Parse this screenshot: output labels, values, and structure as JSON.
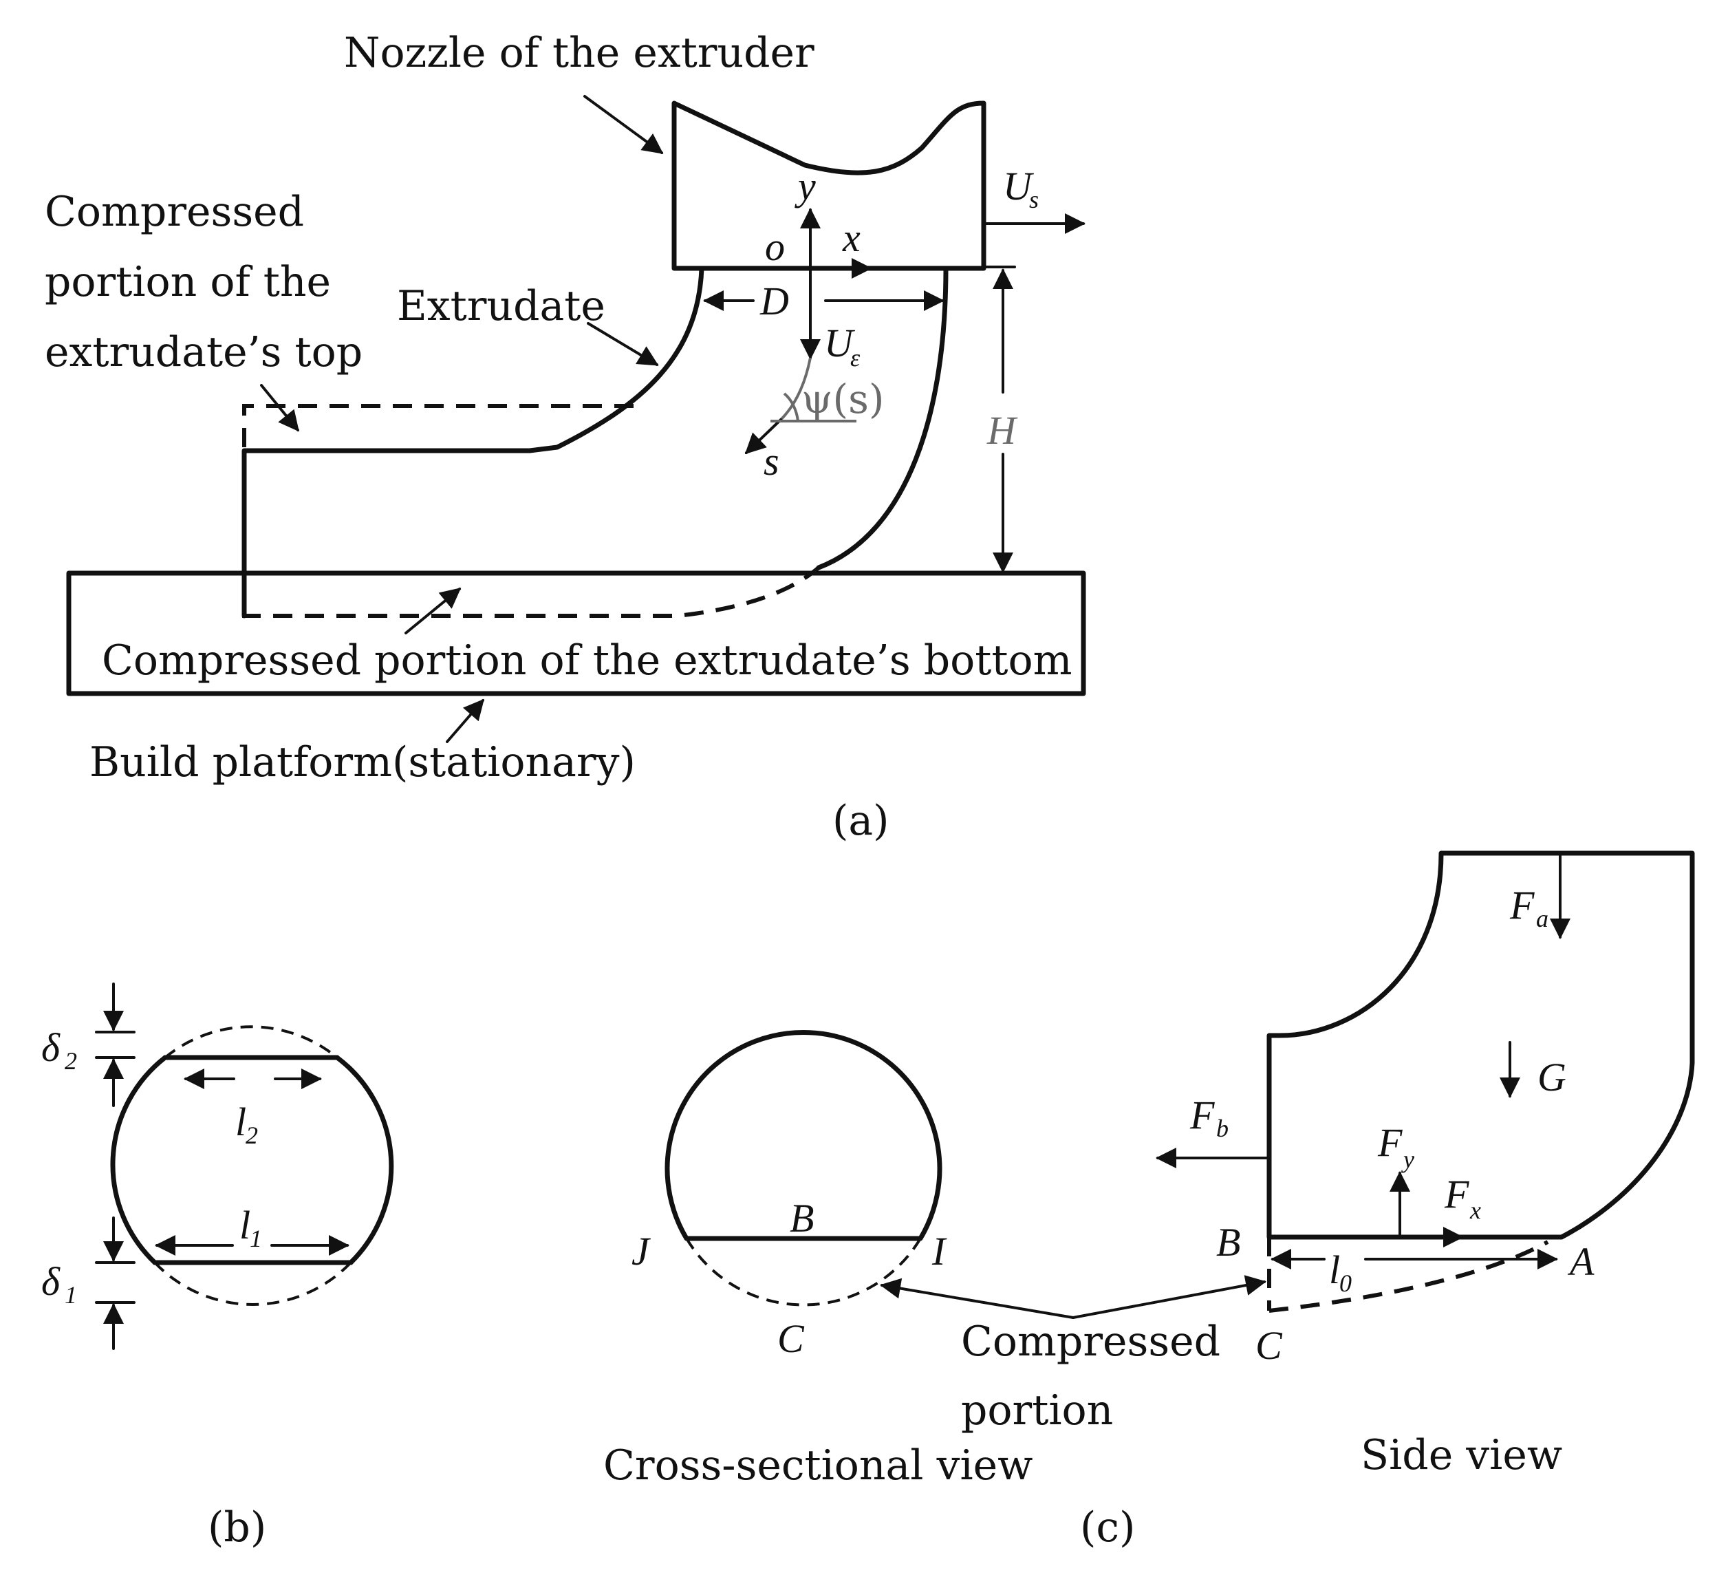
{
  "panel_a": {
    "nozzle_label": "Nozzle of the extruder",
    "compressed_top_label": [
      "Compressed",
      "portion of the",
      "extrudate’s top"
    ],
    "extrudate_label": "Extrudate",
    "compressed_bottom_label": "Compressed portion of the extrudate’s bottom",
    "platform_label": "Build platform(stationary)",
    "sym_y": "y",
    "sym_x": "x",
    "sym_o": "o",
    "sym_D": "D",
    "sym_U": "U",
    "sub_s": "s",
    "sub_e": "ε",
    "sym_psi": "ψ(s)",
    "sym_s": "s",
    "sym_H": "H",
    "caption": "(a)"
  },
  "panel_b": {
    "sym_delta2": "δ",
    "sub_2": "2",
    "sym_delta1": "δ",
    "sub_1": "1",
    "sym_l2": "l",
    "sym_l1": "l",
    "caption": "(b)"
  },
  "panel_c": {
    "cross_B": "B",
    "cross_J": "J",
    "cross_I": "I",
    "cross_C": "C",
    "compressed_label": [
      "Compressed",
      "portion"
    ],
    "cross_view_label": "Cross-sectional view",
    "side_view_label": "Side view",
    "sym_F": "F",
    "sub_a": "a",
    "sub_b": "b",
    "sub_y": "y",
    "sub_x": "x",
    "sym_G": "G",
    "side_B": "B",
    "side_A": "A",
    "side_C": "C",
    "sym_l0": "l",
    "sub_0": "0",
    "caption": "(c)"
  }
}
